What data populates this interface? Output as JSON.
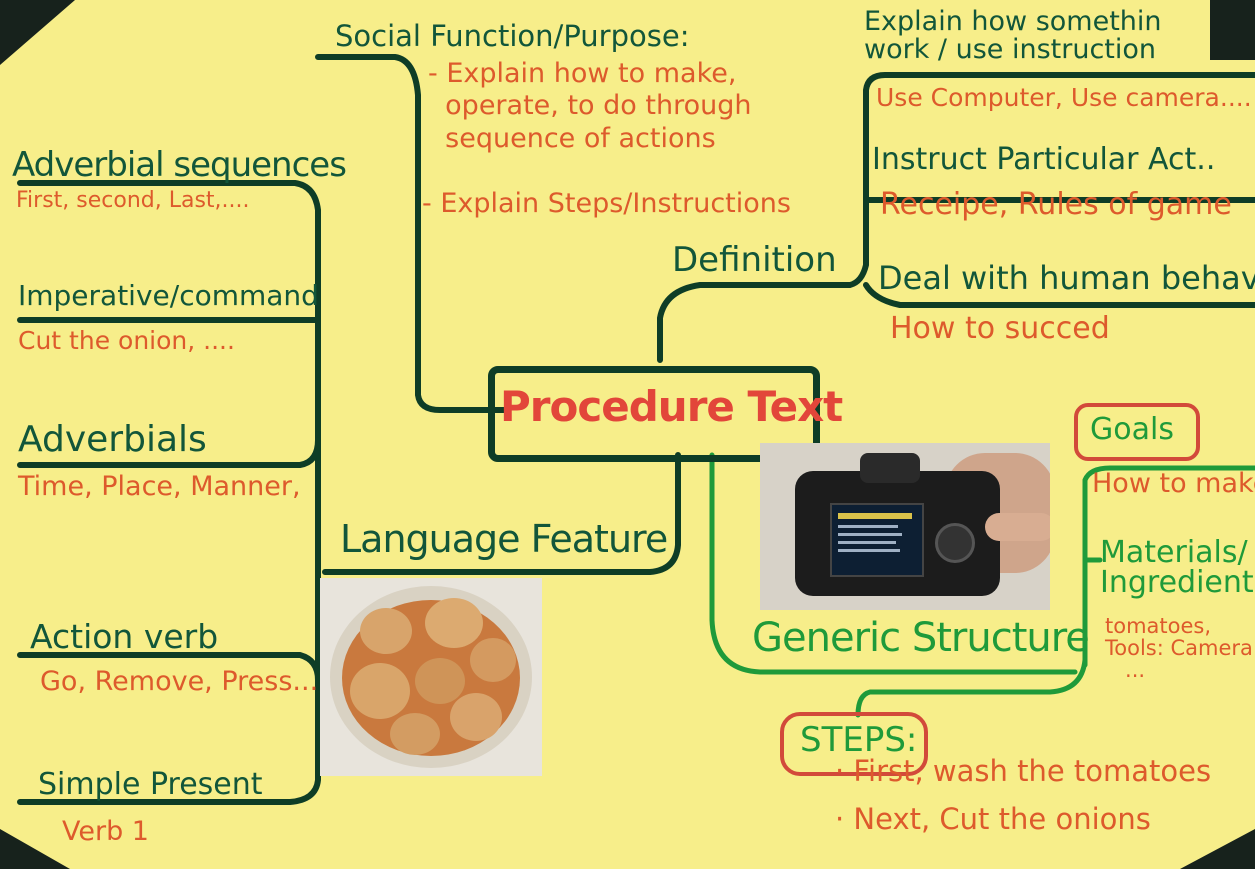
{
  "center": {
    "title": "Procedure Text"
  },
  "social": {
    "heading": "Social Function/Purpose:",
    "items": [
      "- Explain how to make,\n  operate, to do through\n  sequence of actions",
      "- Explain Steps/Instructions"
    ]
  },
  "definition": {
    "heading": "Definition",
    "items": [
      {
        "label": "Explain how somethin\nwork / use instruction",
        "example": "Use Computer, Use camera...."
      },
      {
        "label": "Instruct Particular Act..",
        "example": "Receipe, Rules of game"
      },
      {
        "label": "Deal with human behavio",
        "example": "How to succed"
      }
    ]
  },
  "language": {
    "heading": "Language Feature",
    "items": [
      {
        "label": "Adverbial sequences",
        "example": "First, second, Last,...."
      },
      {
        "label": "Imperative/command",
        "example": "Cut the onion, ...."
      },
      {
        "label": "Adverbials",
        "example": "Time, Place, Manner,"
      },
      {
        "label": "Action verb",
        "example": "Go, Remove, Press..."
      },
      {
        "label": "Simple Present",
        "example": "Verb 1"
      }
    ]
  },
  "generic": {
    "heading": "Generic Structure",
    "goals": {
      "label": "Goals",
      "example": "How to make"
    },
    "materials": {
      "label": "Materials/\nIngredients",
      "example": "tomatoes,\nTools: Camera\n   ..."
    },
    "steps": {
      "label": "STEPS:",
      "items": [
        "· First, wash the tomatoes",
        "· Next, Cut the onions"
      ]
    }
  },
  "colors": {
    "paper": "#f7ee8a",
    "dark_green": "#12563a",
    "bright_green": "#1f9a3a",
    "orange": "#dd5a2c",
    "red": "#e2463a"
  }
}
